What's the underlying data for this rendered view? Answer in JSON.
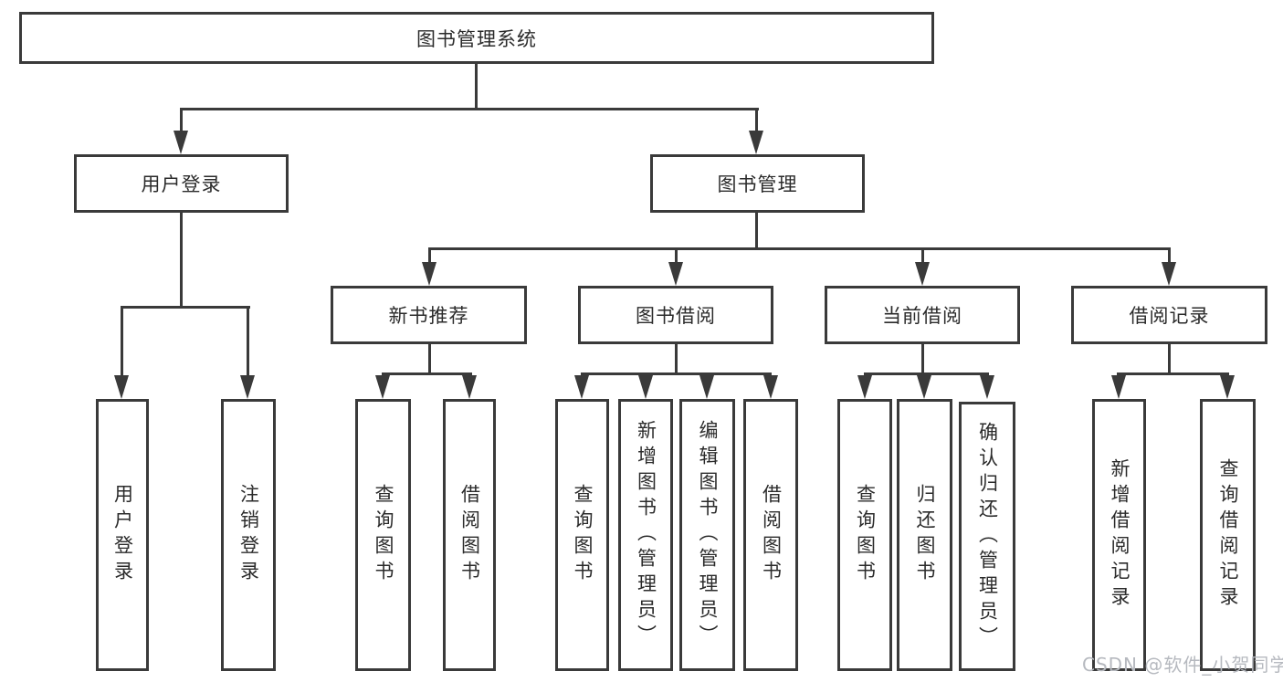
{
  "diagram": {
    "root": {
      "label": "图书管理系统"
    },
    "level2": [
      {
        "id": "user-login",
        "label": "用户登录"
      },
      {
        "id": "book-management",
        "label": "图书管理"
      }
    ],
    "level3": [
      {
        "id": "new-book-recommend",
        "label": "新书推荐"
      },
      {
        "id": "book-borrow",
        "label": "图书借阅"
      },
      {
        "id": "current-borrow",
        "label": "当前借阅"
      },
      {
        "id": "borrow-records",
        "label": "借阅记录"
      }
    ],
    "leaves": [
      {
        "parent": "用户登录",
        "label": "用户登录"
      },
      {
        "parent": "用户登录",
        "label": "注销登录"
      },
      {
        "parent": "新书推荐",
        "label": "查询图书"
      },
      {
        "parent": "新书推荐",
        "label": "借阅图书"
      },
      {
        "parent": "图书借阅",
        "label": "查询图书"
      },
      {
        "parent": "图书借阅",
        "label": "新增图书（管理员）"
      },
      {
        "parent": "图书借阅",
        "label": "编辑图书（管理员）"
      },
      {
        "parent": "图书借阅",
        "label": "借阅图书"
      },
      {
        "parent": "当前借阅",
        "label": "查询图书"
      },
      {
        "parent": "当前借阅",
        "label": "归还图书"
      },
      {
        "parent": "当前借阅",
        "label": "确认归还（管理员）"
      },
      {
        "parent": "借阅记录",
        "label": "新增借阅记录"
      },
      {
        "parent": "借阅记录",
        "label": "查询借阅记录"
      }
    ]
  },
  "watermark": {
    "text": "CSDN @软件_小贺同学"
  },
  "colors": {
    "line": "#3a3a3a",
    "text": "#2b2b2b",
    "background": "#ffffff",
    "watermark": "#b6b9bf"
  }
}
